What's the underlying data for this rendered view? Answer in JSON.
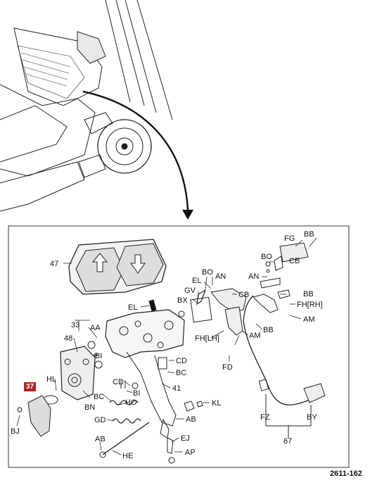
{
  "diagram": {
    "reference": "2611-162",
    "highlighted_label": "37",
    "labels": [
      "47",
      "FG",
      "BB",
      "BO",
      "AN",
      "CB",
      "EL",
      "BO",
      "AN",
      "GV",
      "CB",
      "BB",
      "BX",
      "FH[RH]",
      "EL",
      "AM",
      "33",
      "AA",
      "FH[LH]",
      "BB",
      "48",
      "AM",
      "BI",
      "CD",
      "FD",
      "BC",
      "HL",
      "BC",
      "41",
      "BN",
      "BI",
      "HO",
      "KL",
      "CD",
      "BJ",
      "GD",
      "AB",
      "AB",
      "EJ",
      "HE",
      "AP",
      "FZ",
      "BY",
      "67"
    ]
  }
}
